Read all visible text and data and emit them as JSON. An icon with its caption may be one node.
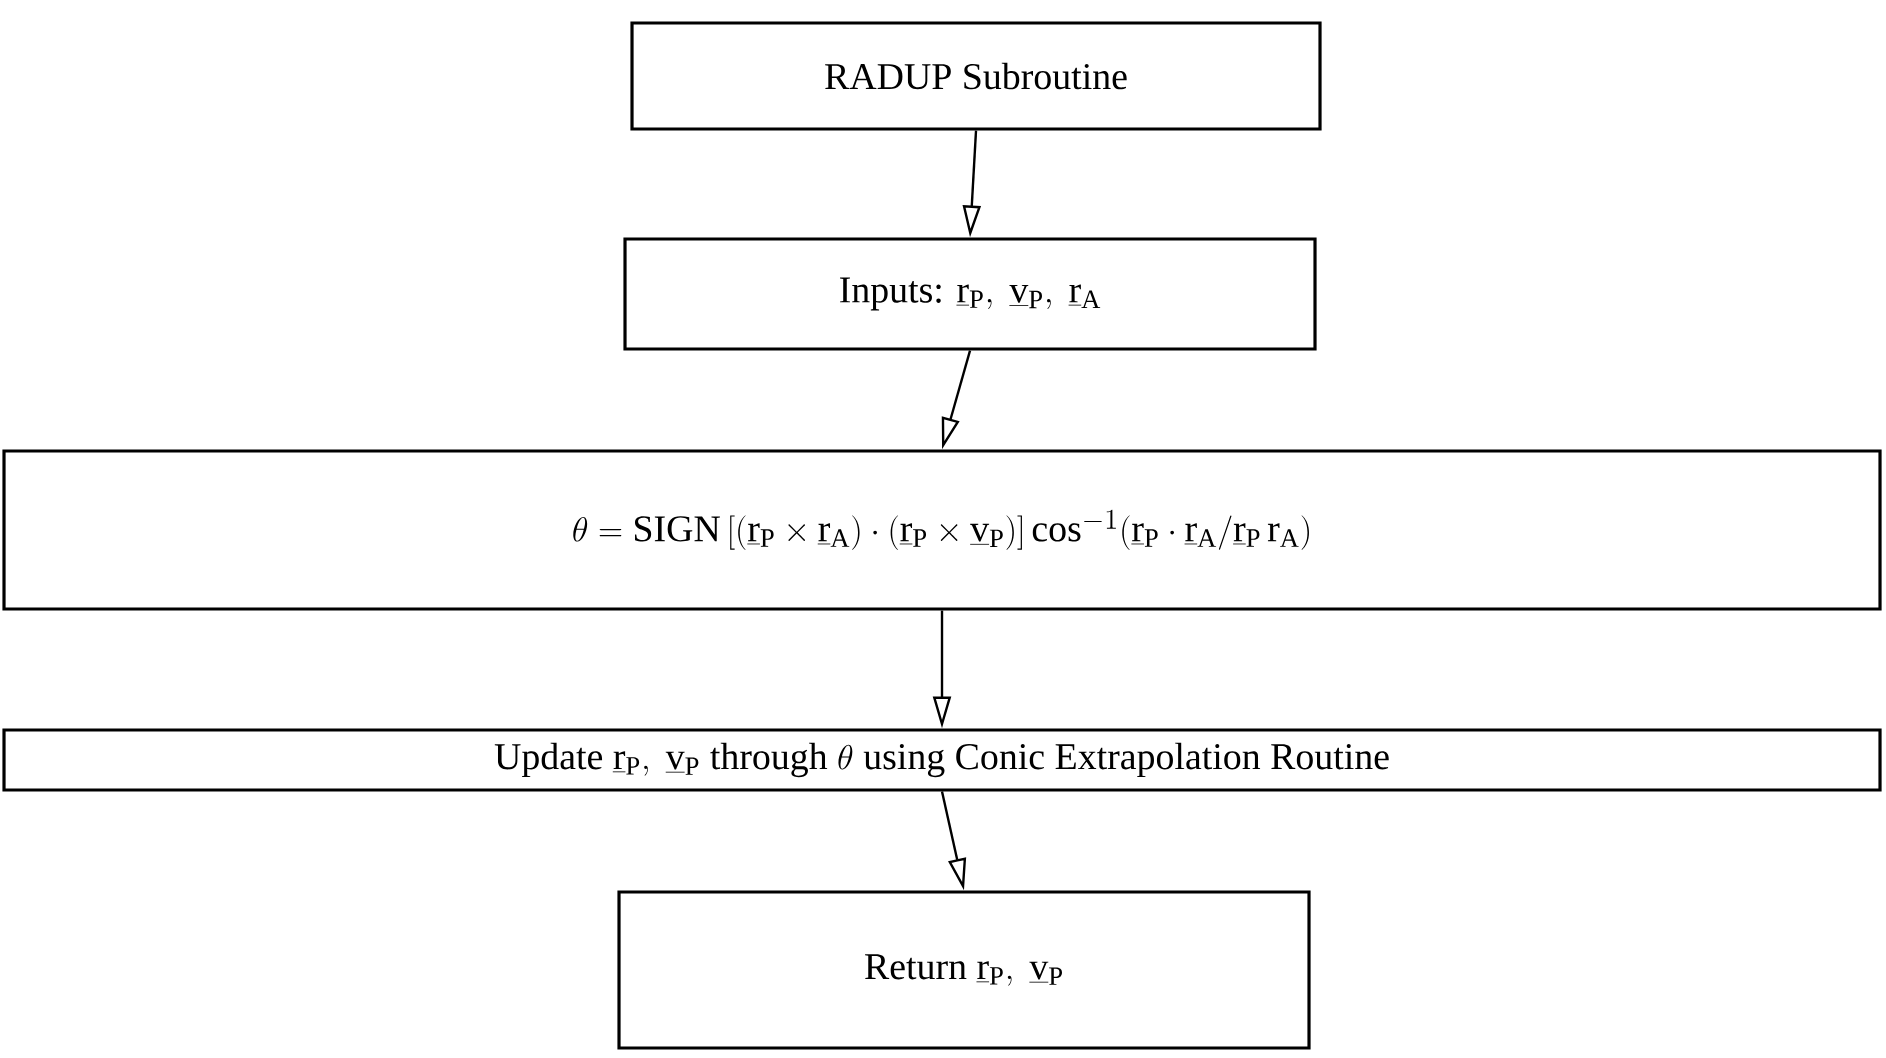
{
  "diagram": {
    "nodes": [
      {
        "text": [
          "\\textrm{RADUP Subroutine}"
        ]
      },
      {
        "text": [
          "\\textrm{Inputs: }\\underline{\\mathrm{r}}_{\\mathrm{P}},\\ \\underline{\\mathrm{v}}_{\\mathrm{P}},\\ \\underline{\\mathrm{r}}_{\\mathrm{A}}"
        ]
      },
      {
        "text": [
          "\\theta = \\textrm{SIGN}\\left[(\\underline{\\mathrm{r}}_{\\mathrm{P}}\\times\\underline{\\mathrm{r}}_{\\mathrm{A}})\\cdot(\\underline{\\mathrm{r}}_{\\mathrm{P}}\\times\\underline{\\mathrm{v}}_{\\mathrm{P}})\\right]\\cos^{-1}(\\underline{\\mathrm{r}}_{\\mathrm{P}}\\cdot\\underline{\\mathrm{r}}_{\\mathrm{A}}/\\underline{\\mathrm{r}}_{\\mathrm{P}}\\,\\mathrm{r}_{\\mathrm{A}})"
        ]
      },
      {
        "text": [
          "\\textrm{Update }\\underline{\\mathrm{r}}_{\\mathrm{P}},\\ \\underline{\\mathrm{v}}_{\\mathrm{P}}\\textrm{ through }\\theta\\textrm{ using Conic Extrapolation Routine}"
        ]
      },
      {
        "text": [
          "\\textrm{Return }\\underline{\\mathrm{r}}_{\\mathrm{P}},\\ \\underline{\\mathrm{v}}_{\\mathrm{P}}"
        ]
      }
    ],
    "edges": [
      {
        "from": 0,
        "to": 1,
        "arrow": "to"
      },
      {
        "from": 1,
        "to": 2,
        "arrow": "to"
      },
      {
        "from": 2,
        "to": 3,
        "arrow": "to"
      },
      {
        "from": 3,
        "to": 4,
        "arrow": "to"
      }
    ]
  }
}
